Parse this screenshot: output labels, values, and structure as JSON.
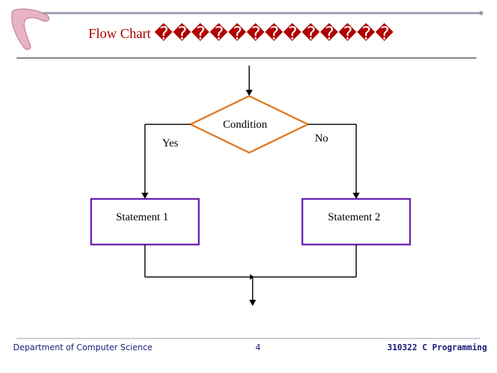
{
  "slide": {
    "title": "Flow Chart",
    "title_garbled": "�������������",
    "accent_color": "#b00000"
  },
  "flowchart": {
    "condition": "Condition",
    "yes": "Yes",
    "no": "No",
    "statement1": "Statement 1",
    "statement2": "Statement 2",
    "diamond_color": "#e07820",
    "box_color": "#6a1fb0"
  },
  "footer": {
    "department": "Department of Computer Science",
    "page_number": "4",
    "course": "310322 C Programming"
  }
}
